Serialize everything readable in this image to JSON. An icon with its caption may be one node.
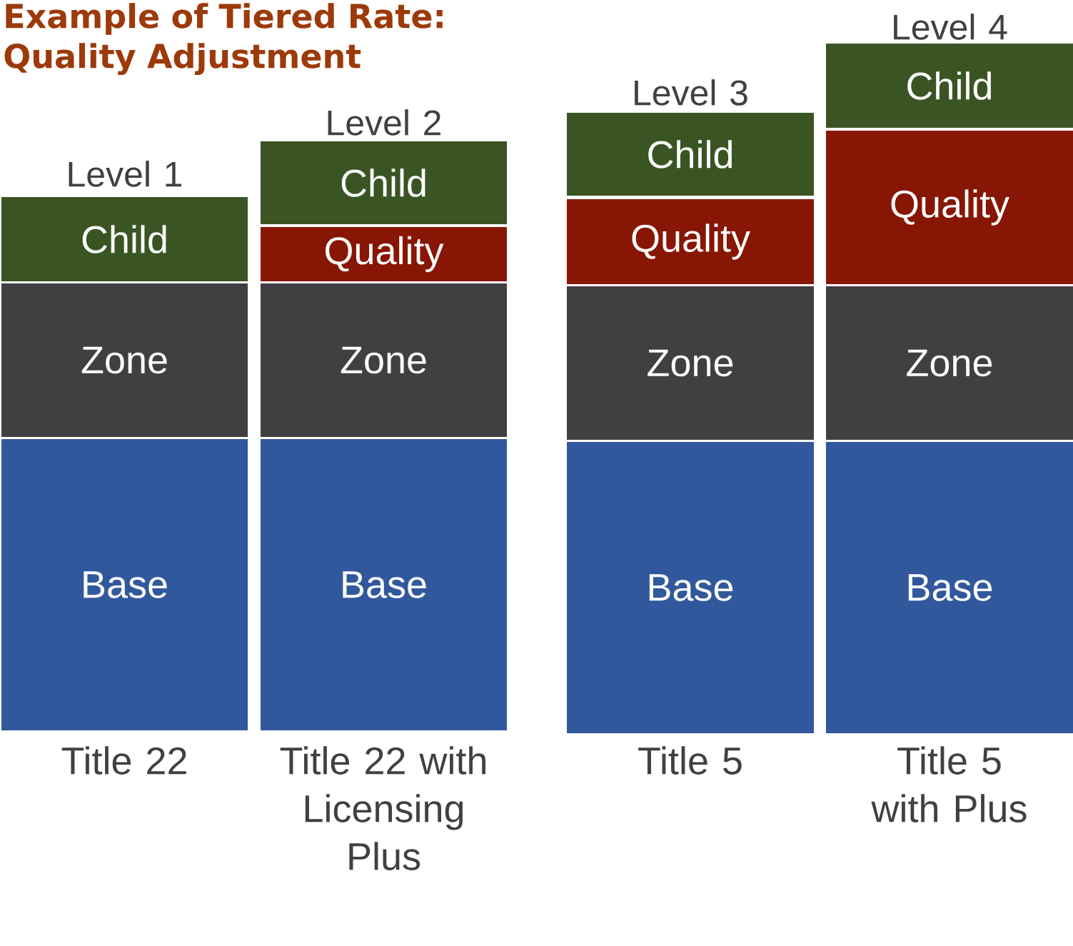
{
  "diagram": {
    "title": "Example of Tiered Rate: Quality Adjustment",
    "nodes": [
      {
        "text": [
          "Child"
        ]
      },
      {
        "text": [
          "Zone"
        ]
      },
      {
        "text": [
          "Base"
        ]
      },
      {
        "text": [
          "Child"
        ]
      },
      {
        "text": [
          "Quality"
        ]
      },
      {
        "text": [
          "Zone"
        ]
      },
      {
        "text": [
          "Base"
        ]
      },
      {
        "text": [
          "Child"
        ]
      },
      {
        "text": [
          "Quality"
        ]
      },
      {
        "text": [
          "Zone"
        ]
      },
      {
        "text": [
          "Base"
        ]
      },
      {
        "text": [
          "Child"
        ]
      },
      {
        "text": [
          "Quality"
        ]
      },
      {
        "text": [
          "Zone"
        ]
      },
      {
        "text": [
          "Base"
        ]
      }
    ],
    "labels": [
      "Level 1",
      "Level 2",
      "Level 3",
      "Level 4",
      "Title 22",
      "Title 22 with Licensing Plus",
      "Title 5",
      "Title 5 with Plus"
    ]
  }
}
